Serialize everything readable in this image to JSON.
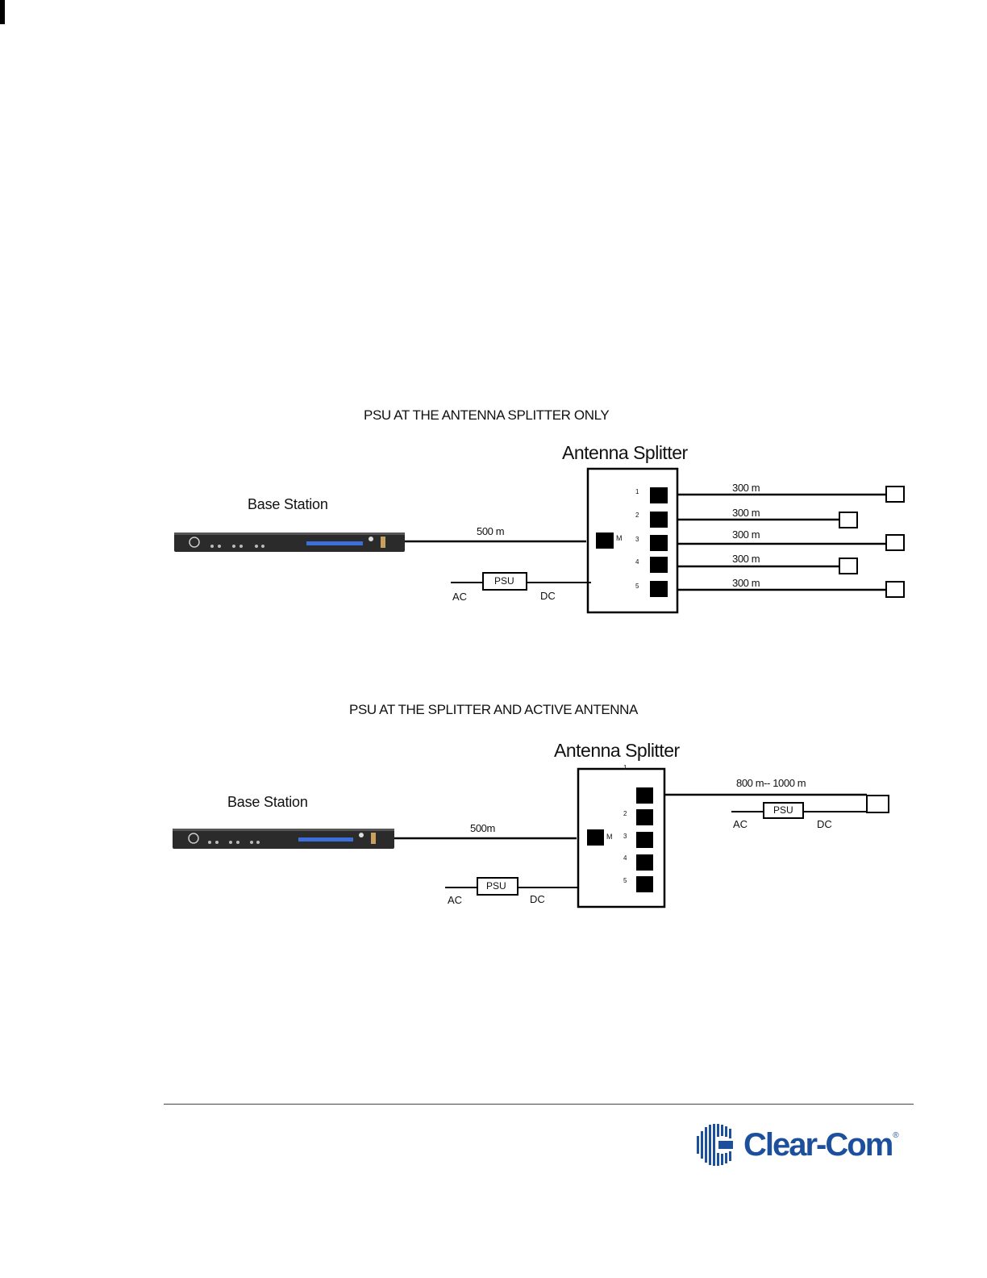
{
  "diagram1": {
    "title": "PSU AT THE ANTENNA SPLITTER ONLY",
    "splitter_label": "Antenna Splitter",
    "base_label": "Base Station",
    "main_cable": "500 m",
    "port_master": "M",
    "ports": [
      {
        "num": "1",
        "cable": "300 m"
      },
      {
        "num": "2",
        "cable": "300 m"
      },
      {
        "num": "3",
        "cable": "300 m"
      },
      {
        "num": "4",
        "cable": "300 m"
      },
      {
        "num": "5",
        "cable": "300 m"
      }
    ],
    "psu": "PSU",
    "ac": "AC",
    "dc": "DC"
  },
  "diagram2": {
    "title": "PSU AT THE SPLITTER AND ACTIVE ANTENNA",
    "splitter_label": "Antenna Splitter",
    "base_label": "Base Station",
    "main_cable": "500m",
    "port_master": "M",
    "ports": [
      {
        "num": "1"
      },
      {
        "num": "2"
      },
      {
        "num": "3"
      },
      {
        "num": "4"
      },
      {
        "num": "5"
      }
    ],
    "antenna_cable": "800 m-- 1000 m",
    "psu": "PSU",
    "ac": "AC",
    "dc": "DC",
    "antenna_psu": "PSU",
    "antenna_ac": "AC",
    "antenna_dc": "DC"
  },
  "footer": {
    "logo": "Clear-Com",
    "logo_reg": "®",
    "brand_color": "#1c4f9c"
  }
}
